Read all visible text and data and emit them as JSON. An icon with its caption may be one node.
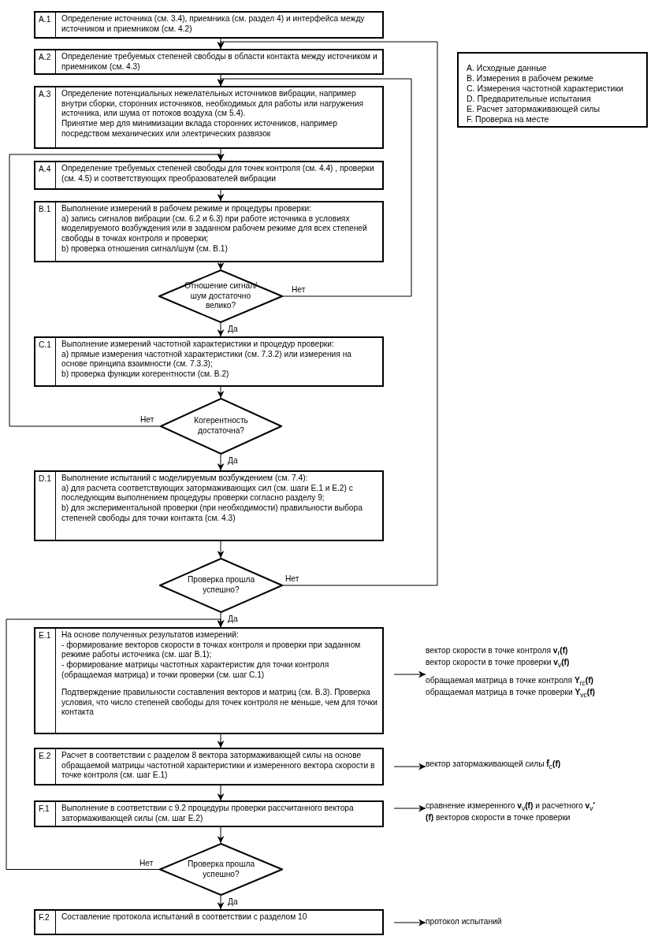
{
  "diagram": {
    "nodes": [
      {
        "text": [
          "A.1",
          "Определение источника (см. 3.4), приемника (см. раздел 4) и интерфейса между источником и приемником (см. 4.2)"
        ]
      },
      {
        "text": [
          "A.2",
          "Определение требуемых степеней свободы в области контакта между источником и приемником (см. 4.3)"
        ]
      },
      {
        "text": [
          "A.3",
          "Определение потенциальных нежелательных источников вибрации, например внутри сборки, сторонних источников, необходимых для работы или нагружения источника, или шума от потоков воздуха (см 5.4).",
          "Принятие мер для минимизации вклада сторонних источников, например посредством механических или электрических развязок"
        ]
      },
      {
        "text": [
          "A.4",
          "Определение требуемых степеней свободы для точек контроля (см. 4.4) , проверки (см. 4.5) и соответствующих преобразователей вибрации"
        ]
      },
      {
        "text": [
          "B.1",
          "Выполнение измерений в рабочем режиме и процедуры проверки:",
          "a) запись сигналов вибрации (см. 6.2 и 6.3) при работе источника в условиях моделируемого возбуждения или в заданном рабочем режиме для всех степеней свободы в точках контроля и проверки;",
          "b) проверка отношения сигнал/шум (см. B.1)"
        ]
      },
      {
        "text": [
          "Отношение сигнал/шум достаточно велико?"
        ]
      },
      {
        "text": [
          "C.1",
          "Выполнение измерений частотной характеристики и процедур проверки:",
          "a) прямые измерения частотной характеристики (см. 7.3.2) или измерения на основе принципа взаимности (см. 7.3.3);",
          "b) проверка функции когерентности (см. B.2)"
        ]
      },
      {
        "text": [
          "Когерентность достаточна?"
        ]
      },
      {
        "text": [
          "D.1",
          "Выполнение испытаний с моделируемым возбуждением (см. 7.4):",
          "a) для расчета соответствующих затормаживающих сил (см. шаги E.1 и E.2) с последующим выполнением процедуры проверки согласно разделу 9;",
          "b) для экспериментальной проверки (при необходимости) правильности выбора степеней свободы для точки контакта (см. 4.3)"
        ]
      },
      {
        "text": [
          "Проверка прошла успешно?"
        ]
      },
      {
        "text": [
          "E.1",
          "На основе полученных результатов измерений:",
          "- формирование векторов скорости в точках контроля и проверки при заданном режиме работы источника (см. шаг B.1);",
          "- формирование матрицы частотных характеристик для точки контроля (обращаемая матрица) и точки проверки (см. шаг C.1)",
          "Подтверждение правильности составления векторов и матриц (см. B.3). Проверка условия, что число степеней свободы для точек контроля не меньше, чем для точки контакта"
        ]
      },
      {
        "text": [
          "E.2",
          "Расчет в соответствии с разделом 8 вектора затормаживающей силы на основе обращаемой матрицы частотной характеристики и измеренного вектора скорости в точке контроля (см. шаг E.1)"
        ]
      },
      {
        "text": [
          "F.1",
          "Выполнение в соответствии с 9.2 процедуры проверки рассчитанного вектора затормаживающей силы (см. шаг E.2)"
        ]
      },
      {
        "text": [
          "Проверка прошла успешно?"
        ]
      },
      {
        "text": [
          "F.2",
          "Составление протокола испытаний в соответствии с разделом 10"
        ]
      },
      {
        "text": [
          "вектор скорости в точке контроля **v**$_{r}$**(f)**",
          "вектор скорости в точке проверки **v**$_{v}$**(f)**",
          "обращаемая матрица в точке контроля **Y**$_{rc}$**(f)**",
          "обращаемая матрица в точке проверки **Y**$_{vc}$**(f)**"
        ]
      },
      {
        "text": [
          "вектор затормаживающей силы **f̄**$_{c}$**(f)**"
        ]
      },
      {
        "text": [
          "сравнение измеренного **v**$_{v}$**(f)** и расчетного **v**$_{v}$**′(f)** векторов скорости в точке проверки"
        ]
      },
      {
        "text": [
          "протокол испытаний"
        ]
      },
      {
        "text": [
          "A. Исходные данные",
          "B. Измерения в рабочем режиме",
          "C. Измерения частотной характеристики",
          "D. Предварительные испытания",
          "E. Расчет затормаживающей силы",
          "F. Проверка на месте"
        ]
      }
    ],
    "edges": [
      {
        "from": 0,
        "to": 1,
        "arrow": "to"
      },
      {
        "from": 1,
        "to": 2,
        "arrow": "to"
      },
      {
        "from": 2,
        "to": 3,
        "arrow": "to"
      },
      {
        "from": 3,
        "to": 4,
        "arrow": "to"
      },
      {
        "from": 4,
        "to": 5,
        "arrow": "to"
      },
      {
        "from": 5,
        "to": 6,
        "arrow": "to",
        "label": "Да"
      },
      {
        "from": 5,
        "to": 2,
        "arrow": "to",
        "label": "Нет"
      },
      {
        "from": 6,
        "to": 7,
        "arrow": "to"
      },
      {
        "from": 7,
        "to": 8,
        "arrow": "to",
        "label": "Да"
      },
      {
        "from": 7,
        "to": 3,
        "arrow": "to",
        "label": "Нет"
      },
      {
        "from": 8,
        "to": 9,
        "arrow": "to"
      },
      {
        "from": 9,
        "to": 10,
        "arrow": "to",
        "label": "Да"
      },
      {
        "from": 9,
        "to": 1,
        "arrow": "to",
        "label": "Нет"
      },
      {
        "from": 10,
        "to": 11,
        "arrow": "to"
      },
      {
        "from": 11,
        "to": 12,
        "arrow": "to"
      },
      {
        "from": 12,
        "to": 13,
        "arrow": "to"
      },
      {
        "from": 13,
        "to": 14,
        "arrow": "to",
        "label": "Да"
      },
      {
        "from": 13,
        "to": 10,
        "arrow": "to",
        "label": "Нет"
      },
      {
        "from": 10,
        "to": 15,
        "arrow": "to"
      },
      {
        "from": 11,
        "to": 16,
        "arrow": "to"
      },
      {
        "from": 12,
        "to": 17,
        "arrow": "to"
      },
      {
        "from": 14,
        "to": 18,
        "arrow": "to"
      }
    ]
  }
}
